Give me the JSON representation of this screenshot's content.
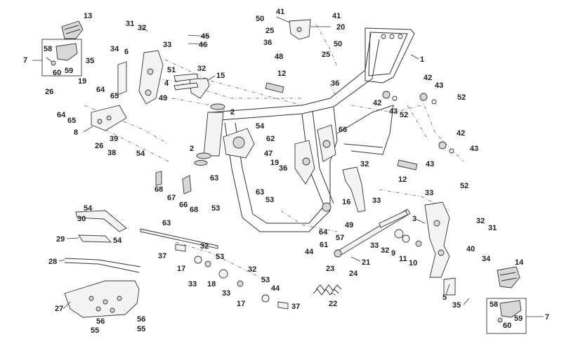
{
  "diagram": {
    "callouts": [
      {
        "id": "c1",
        "text": "1"
      },
      {
        "id": "c2a",
        "text": "2"
      },
      {
        "id": "c2b",
        "text": "2"
      },
      {
        "id": "c3",
        "text": "3"
      },
      {
        "id": "c4",
        "text": "4"
      },
      {
        "id": "c5",
        "text": "5"
      },
      {
        "id": "c6",
        "text": "6"
      },
      {
        "id": "c7a",
        "text": "7"
      },
      {
        "id": "c7b",
        "text": "7"
      },
      {
        "id": "c8",
        "text": "8"
      },
      {
        "id": "c9",
        "text": "9"
      },
      {
        "id": "c10",
        "text": "10"
      },
      {
        "id": "c11",
        "text": "11"
      },
      {
        "id": "c12a",
        "text": "12"
      },
      {
        "id": "c12b",
        "text": "12"
      },
      {
        "id": "c13",
        "text": "13"
      },
      {
        "id": "c14",
        "text": "14"
      },
      {
        "id": "c15",
        "text": "15"
      },
      {
        "id": "c16",
        "text": "16"
      },
      {
        "id": "c17a",
        "text": "17"
      },
      {
        "id": "c17b",
        "text": "17"
      },
      {
        "id": "c18",
        "text": "18"
      },
      {
        "id": "c19a",
        "text": "19"
      },
      {
        "id": "c19b",
        "text": "19"
      },
      {
        "id": "c20",
        "text": "20"
      },
      {
        "id": "c21",
        "text": "21"
      },
      {
        "id": "c22",
        "text": "22"
      },
      {
        "id": "c23",
        "text": "23"
      },
      {
        "id": "c24",
        "text": "24"
      },
      {
        "id": "c25a",
        "text": "25"
      },
      {
        "id": "c25b",
        "text": "25"
      },
      {
        "id": "c26a",
        "text": "26"
      },
      {
        "id": "c26b",
        "text": "26"
      },
      {
        "id": "c27",
        "text": "27"
      },
      {
        "id": "c28",
        "text": "28"
      },
      {
        "id": "c29",
        "text": "29"
      },
      {
        "id": "c30",
        "text": "30"
      },
      {
        "id": "c31a",
        "text": "31"
      },
      {
        "id": "c31b",
        "text": "31"
      },
      {
        "id": "c32a",
        "text": "32"
      },
      {
        "id": "c32b",
        "text": "32"
      },
      {
        "id": "c32c",
        "text": "32"
      },
      {
        "id": "c32d",
        "text": "32"
      },
      {
        "id": "c32e",
        "text": "32"
      },
      {
        "id": "c32f",
        "text": "32"
      },
      {
        "id": "c32g",
        "text": "32"
      },
      {
        "id": "c33a",
        "text": "33"
      },
      {
        "id": "c33b",
        "text": "33"
      },
      {
        "id": "c33c",
        "text": "33"
      },
      {
        "id": "c33d",
        "text": "33"
      },
      {
        "id": "c33e",
        "text": "33"
      },
      {
        "id": "c33f",
        "text": "33"
      },
      {
        "id": "c34a",
        "text": "34"
      },
      {
        "id": "c34b",
        "text": "34"
      },
      {
        "id": "c35a",
        "text": "35"
      },
      {
        "id": "c35b",
        "text": "35"
      },
      {
        "id": "c36a",
        "text": "36"
      },
      {
        "id": "c36b",
        "text": "36"
      },
      {
        "id": "c36c",
        "text": "36"
      },
      {
        "id": "c37a",
        "text": "37"
      },
      {
        "id": "c37b",
        "text": "37"
      },
      {
        "id": "c38",
        "text": "38"
      },
      {
        "id": "c39",
        "text": "39"
      },
      {
        "id": "c40",
        "text": "40"
      },
      {
        "id": "c41a",
        "text": "41"
      },
      {
        "id": "c41b",
        "text": "41"
      },
      {
        "id": "c42a",
        "text": "42"
      },
      {
        "id": "c42b",
        "text": "42"
      },
      {
        "id": "c42c",
        "text": "42"
      },
      {
        "id": "c43a",
        "text": "43"
      },
      {
        "id": "c43b",
        "text": "43"
      },
      {
        "id": "c43c",
        "text": "43"
      },
      {
        "id": "c43d",
        "text": "43"
      },
      {
        "id": "c44a",
        "text": "44"
      },
      {
        "id": "c44b",
        "text": "44"
      },
      {
        "id": "c45",
        "text": "45"
      },
      {
        "id": "c46",
        "text": "46"
      },
      {
        "id": "c47",
        "text": "47"
      },
      {
        "id": "c48",
        "text": "48"
      },
      {
        "id": "c49a",
        "text": "49"
      },
      {
        "id": "c49b",
        "text": "49"
      },
      {
        "id": "c50a",
        "text": "50"
      },
      {
        "id": "c50b",
        "text": "50"
      },
      {
        "id": "c51",
        "text": "51"
      },
      {
        "id": "c52a",
        "text": "52"
      },
      {
        "id": "c52b",
        "text": "52"
      },
      {
        "id": "c52c",
        "text": "52"
      },
      {
        "id": "c53a",
        "text": "53"
      },
      {
        "id": "c53b",
        "text": "53"
      },
      {
        "id": "c53c",
        "text": "53"
      },
      {
        "id": "c53d",
        "text": "53"
      },
      {
        "id": "c54a",
        "text": "54"
      },
      {
        "id": "c54b",
        "text": "54"
      },
      {
        "id": "c54c",
        "text": "54"
      },
      {
        "id": "c54d",
        "text": "54"
      },
      {
        "id": "c55a",
        "text": "55"
      },
      {
        "id": "c55b",
        "text": "55"
      },
      {
        "id": "c56a",
        "text": "56"
      },
      {
        "id": "c56b",
        "text": "56"
      },
      {
        "id": "c57",
        "text": "57"
      },
      {
        "id": "c58a",
        "text": "58"
      },
      {
        "id": "c58b",
        "text": "58"
      },
      {
        "id": "c59a",
        "text": "59"
      },
      {
        "id": "c59b",
        "text": "59"
      },
      {
        "id": "c60a",
        "text": "60"
      },
      {
        "id": "c60b",
        "text": "60"
      },
      {
        "id": "c61",
        "text": "61"
      },
      {
        "id": "c62",
        "text": "62"
      },
      {
        "id": "c63a",
        "text": "63"
      },
      {
        "id": "c63b",
        "text": "63"
      },
      {
        "id": "c63c",
        "text": "63"
      },
      {
        "id": "c64a",
        "text": "64"
      },
      {
        "id": "c64b",
        "text": "64"
      },
      {
        "id": "c64c",
        "text": "64"
      },
      {
        "id": "c65a",
        "text": "65"
      },
      {
        "id": "c65b",
        "text": "65"
      },
      {
        "id": "c66a",
        "text": "66"
      },
      {
        "id": "c66b",
        "text": "66"
      },
      {
        "id": "c67",
        "text": "67"
      },
      {
        "id": "c68a",
        "text": "68"
      },
      {
        "id": "c68b",
        "text": "68"
      }
    ]
  }
}
